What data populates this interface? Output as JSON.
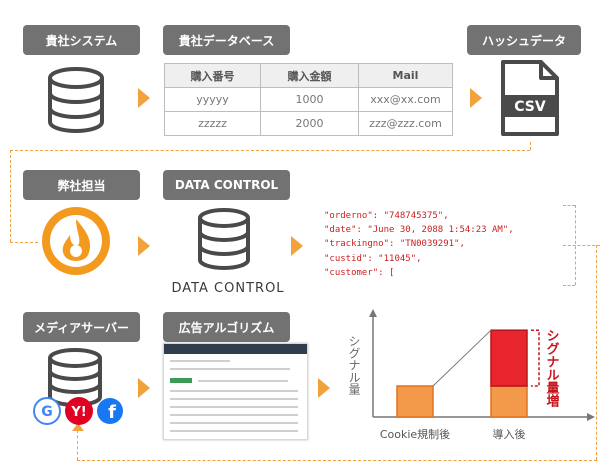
{
  "labels": {
    "own_system": "貴社システム",
    "own_database": "貴社データベース",
    "hash_data": "ハッシュデータ",
    "our_team": "弊社担当",
    "data_control": "DATA CONTROL",
    "media_server": "メディアサーバー",
    "ad_algorithm": "広告アルゴリズム"
  },
  "table": {
    "headers": [
      "購入番号",
      "購入金額",
      "Mail"
    ],
    "rows": [
      [
        "yyyyy",
        "1000",
        "xxx@xx.com"
      ],
      [
        "zzzzz",
        "2000",
        "zzz@zzz.com"
      ]
    ]
  },
  "csv_label": "CSV",
  "logo_text": "DATA CONTROL",
  "json_lines": [
    "\"orderno\": \"748745375\",",
    "\"date\": \"June 30, 2088 1:54:23 AM\",",
    "\"trackingno\": \"TN0039291\",",
    "\"custid\": \"11045\",",
    "\"customer\": ["
  ],
  "media_logos": [
    "G",
    "Y!",
    "f"
  ],
  "chart_data": {
    "type": "bar",
    "ylabel": "シグナル量",
    "categories": [
      "Cookie規制後",
      "導入後"
    ],
    "series": [
      {
        "values": [
          0.5,
          0.5
        ]
      },
      {
        "values": [
          0.0,
          0.9
        ]
      }
    ],
    "annotation": "シグナル量増",
    "colors": {
      "base": "#f29a4a",
      "increase": "#e8252d"
    }
  }
}
